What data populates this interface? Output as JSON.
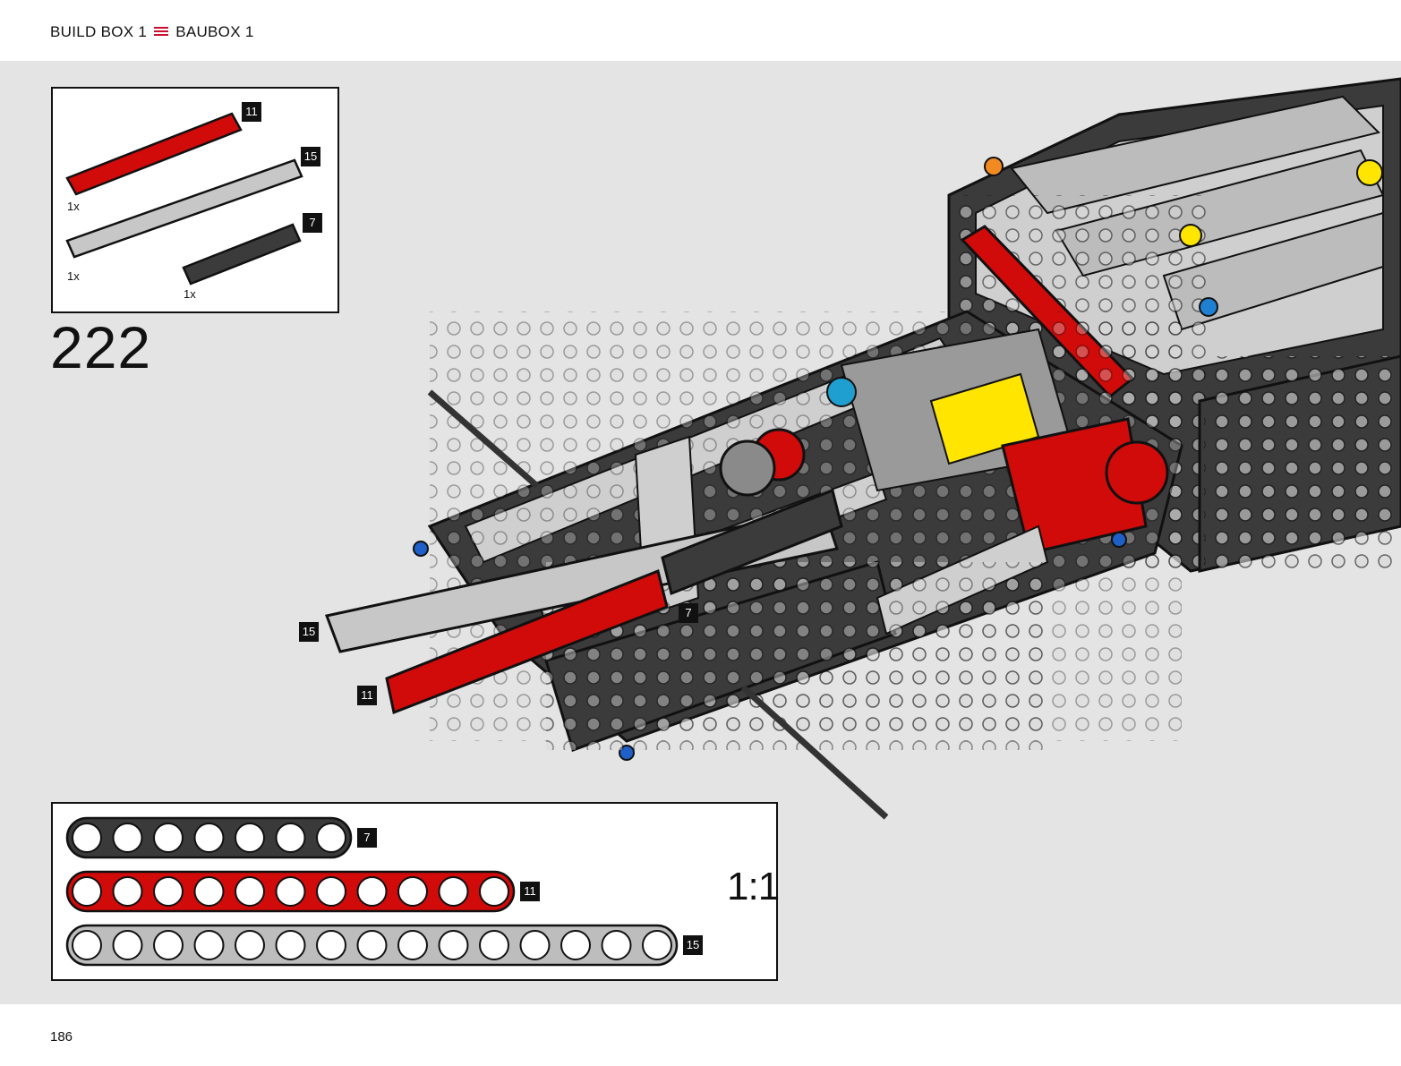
{
  "header": {
    "left": "BUILD BOX 1",
    "right": "BAUBOX 1"
  },
  "step": {
    "number": "222"
  },
  "parts": [
    {
      "name": "red-beam",
      "length": "11",
      "quantity": "1x",
      "color": "#d10a0a"
    },
    {
      "name": "light-gray-beam",
      "length": "15",
      "quantity": "1x",
      "color": "#bdbdbd"
    },
    {
      "name": "dark-gray-beam",
      "length": "7",
      "quantity": "1x",
      "color": "#3a3a3a"
    }
  ],
  "callouts": {
    "c15": "15",
    "c11": "11",
    "c7": "7"
  },
  "ruler": {
    "scale": "1:1",
    "rows": [
      {
        "length": "7",
        "holes": 7,
        "color": "#3a3a3a"
      },
      {
        "length": "11",
        "holes": 11,
        "color": "#d10a0a"
      },
      {
        "length": "15",
        "holes": 15,
        "color": "#bdbdbd"
      }
    ]
  },
  "footer": {
    "page_number": "186"
  }
}
